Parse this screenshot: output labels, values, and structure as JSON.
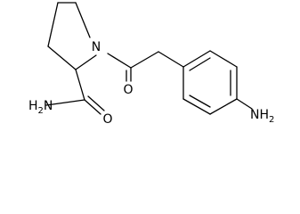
{
  "structure": {
    "atoms": {
      "ring_n": "N",
      "carbonyl_o": "O",
      "amide_o": "O",
      "amide_n": {
        "main": "H",
        "sub": "2",
        "tail": "N"
      },
      "aryl_n": {
        "main": "NH",
        "sub": "2"
      }
    }
  }
}
